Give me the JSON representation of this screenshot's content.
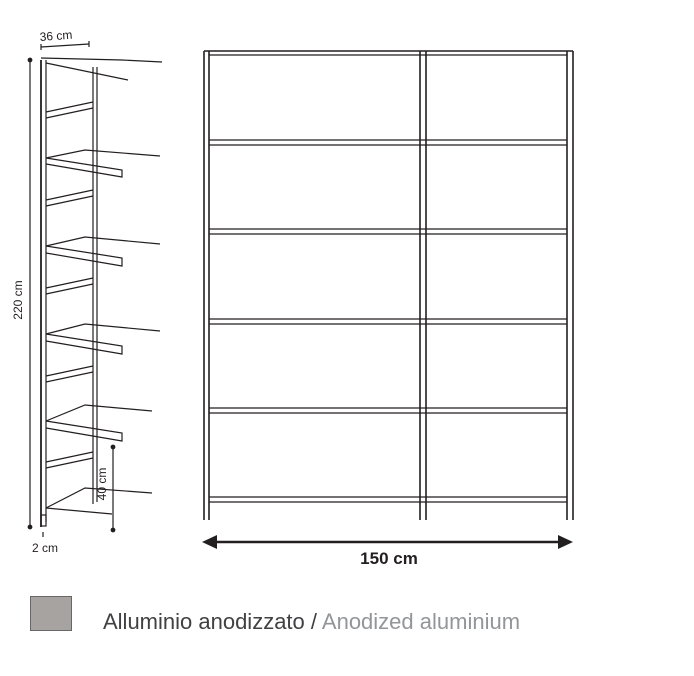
{
  "dimensions": {
    "depth": "36 cm",
    "height": "220 cm",
    "foot": "2 cm",
    "shelf_gap": "40 cm",
    "width": "150 cm"
  },
  "legend": {
    "label_it": "Alluminio anodizzato",
    "separator": " / ",
    "label_en": "Anodized aluminium"
  },
  "colors": {
    "line": "#231f20",
    "swatch": "#a6a3a1",
    "label_it": "#414042",
    "label_en": "#939598"
  },
  "drawing": {
    "side_shelf_count": 6,
    "front_columns": 2,
    "front_shelf_count": 6
  }
}
